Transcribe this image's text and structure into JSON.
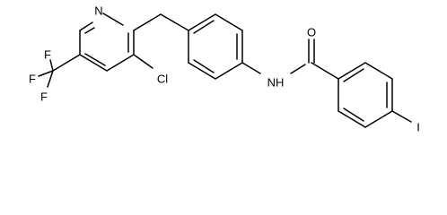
{
  "colors": {
    "background": "#ffffff",
    "bond": "#000000",
    "label": "#000000"
  },
  "atoms": {
    "pyridine_n": "N",
    "chlorine": "Cl",
    "fluorine_top": "F",
    "fluorine_left": "F",
    "fluorine_bottom": "F",
    "amide_o": "O",
    "amide_nh": "NH",
    "iodine": "I"
  }
}
